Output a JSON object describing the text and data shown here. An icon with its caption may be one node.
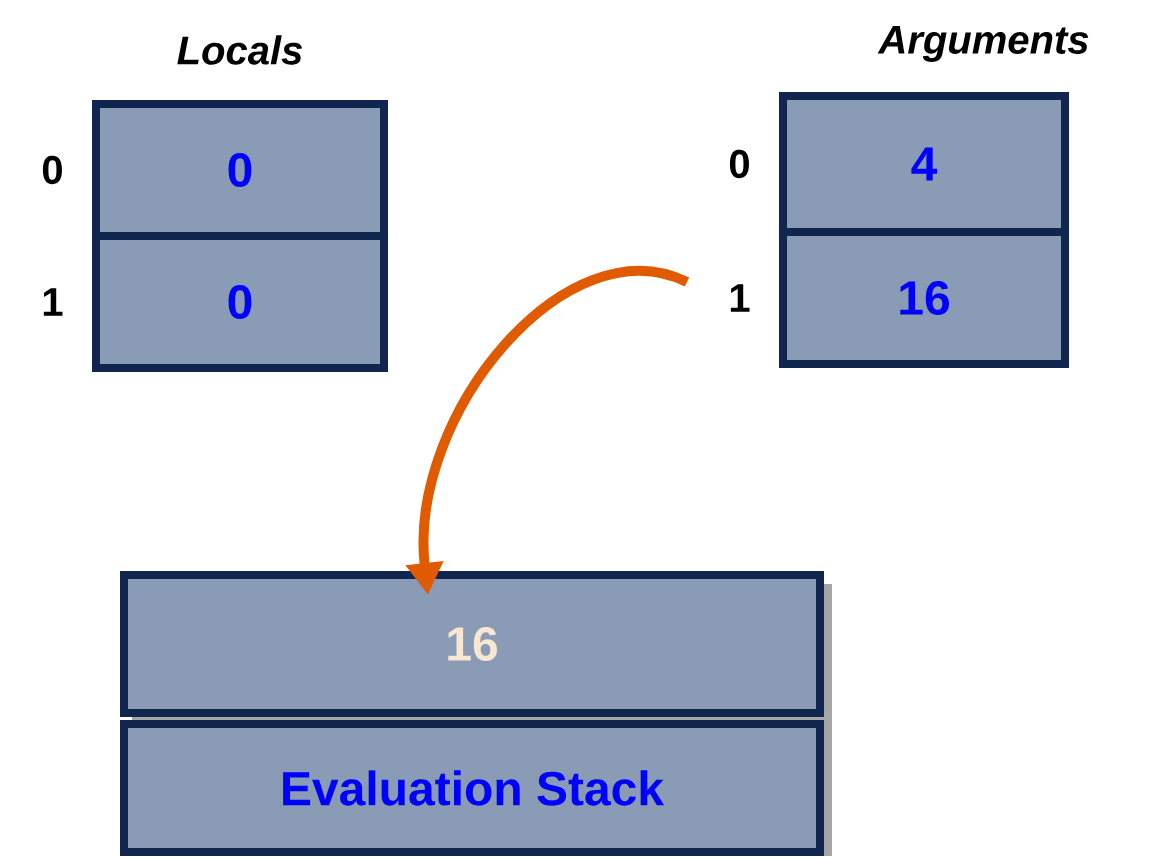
{
  "diagram": {
    "nodes": [
      {
        "text": [
          "0"
        ],
        "beside": [
          "0"
        ]
      },
      {
        "text": [
          "0"
        ],
        "beside": [
          "1"
        ]
      },
      {
        "text": [
          "4"
        ],
        "beside": [
          "0"
        ]
      },
      {
        "text": [
          "16"
        ],
        "beside": [
          "1"
        ]
      },
      {
        "text": [
          "16"
        ]
      },
      {
        "text": [
          "Evaluation Stack"
        ]
      }
    ],
    "edges": [
      {
        "from": 3,
        "to": 4,
        "arrow": "to"
      }
    ],
    "labels": [
      "Locals",
      "Arguments"
    ]
  }
}
